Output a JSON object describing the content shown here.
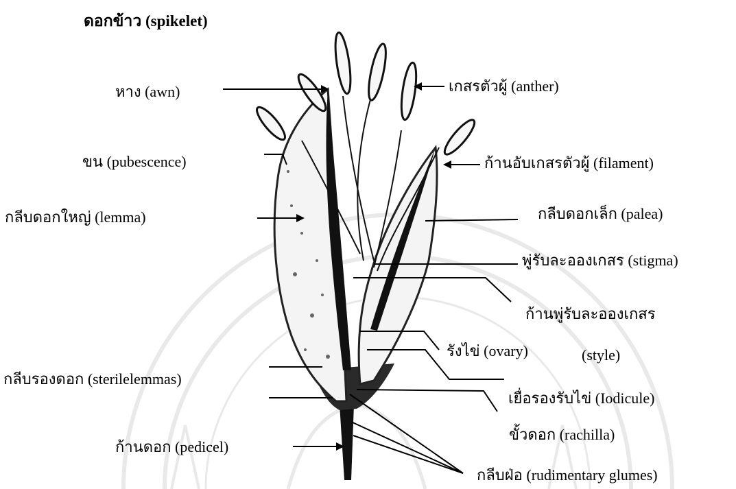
{
  "title": "ดอกข้าว (spikelet)",
  "labels": {
    "awn": "หาง (awn)",
    "anther": "เกสรตัวผู้ (anther)",
    "pubescence": "ขน (pubescence)",
    "filament": "ก้านอับเกสรตัวผู้ (filament)",
    "lemma": "กลีบดอกใหญ่ (lemma)",
    "palea": "กลีบดอกเล็ก (palea)",
    "stigma": "พู่รับละอองเกสร (stigma)",
    "style_th": "ก้านพู่รับละอองเกสร",
    "style_en": "(style)",
    "ovary": "รังไข่ (ovary)",
    "sterilelemmas": "กลีบรองดอก (sterilelemmas)",
    "lodicule": "เยื่อรองรับไข่ (Iodicule)",
    "rachilla": "ขั้วดอก (rachilla)",
    "pedicel": "ก้านดอก (pedicel)",
    "rudimentary_glumes": "กลีบฝ่อ (rudimentary glumes)"
  },
  "watermark": "seal"
}
